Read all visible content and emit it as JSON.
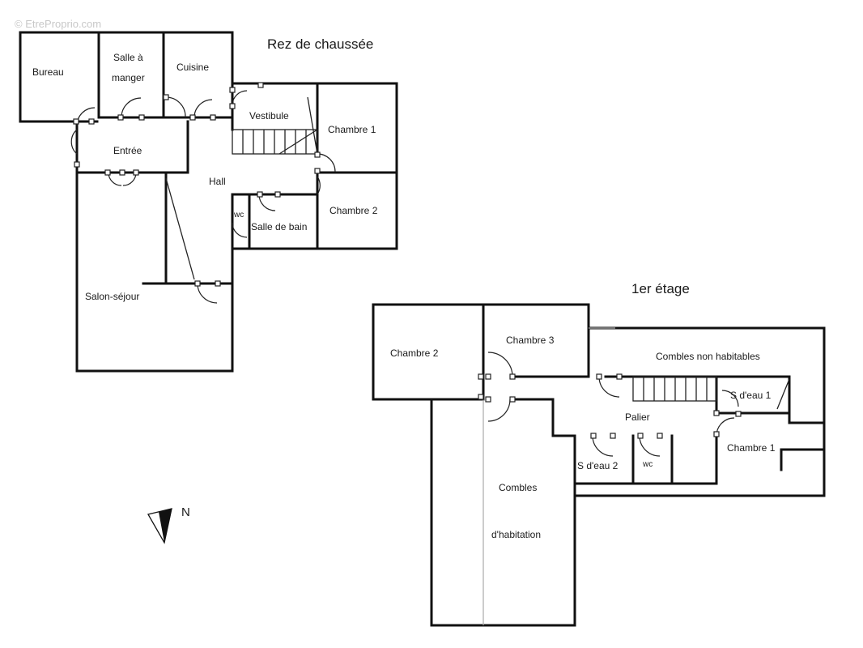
{
  "watermark": "© EtreProprio.com",
  "ground_floor": {
    "title": "Rez de chaussée",
    "rooms": {
      "bureau": "Bureau",
      "salle_manger_1": "Salle à",
      "salle_manger_2": "manger",
      "cuisine": "Cuisine",
      "vestibule": "Vestibule",
      "chambre1": "Chambre 1",
      "entree": "Entrée",
      "hall": "Hall",
      "wc": "wc",
      "salle_de_bain": "Salle de bain",
      "chambre2": "Chambre 2",
      "salon": "Salon-séjour"
    }
  },
  "first_floor": {
    "title": "1er étage",
    "rooms": {
      "chambre2": "Chambre 2",
      "chambre3": "Chambre 3",
      "combles_non": "Combles non habitables",
      "sdeau1": "S d'eau 1",
      "palier": "Palier",
      "sdeau2": "S d'eau 2",
      "wc": "wc",
      "chambre1": "Chambre 1",
      "combles_hab_1": "Combles",
      "combles_hab_2": "d'habitation"
    }
  },
  "compass": {
    "label": "N"
  }
}
